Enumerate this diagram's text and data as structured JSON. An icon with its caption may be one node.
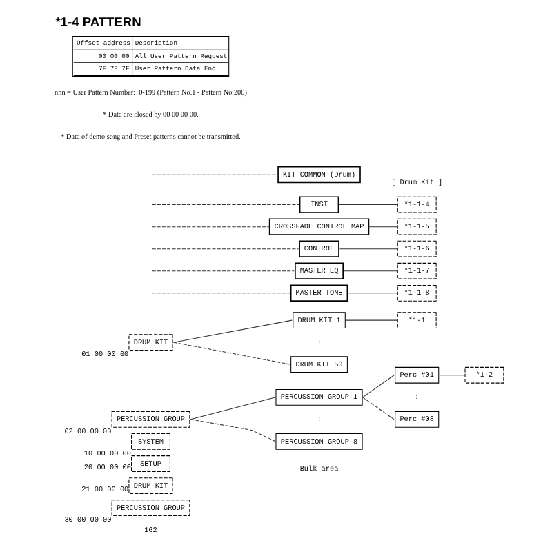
{
  "diagram": {
    "title": "*1-4 PATTERN",
    "nodes": [
      {
        "text": [
          "KIT COMMON (Drum)"
        ]
      },
      {
        "text": [
          "INST"
        ]
      },
      {
        "text": [
          "*1-1-4"
        ]
      },
      {
        "text": [
          "CROSSFADE CONTROL MAP"
        ]
      },
      {
        "text": [
          "*1-1-5"
        ]
      },
      {
        "text": [
          "CONTROL"
        ]
      },
      {
        "text": [
          "*1-1-6"
        ]
      },
      {
        "text": [
          "MASTER EQ"
        ]
      },
      {
        "text": [
          "*1-1-7"
        ]
      },
      {
        "text": [
          "MASTER TONE"
        ]
      },
      {
        "text": [
          "*1-1-8"
        ]
      },
      {
        "text": [
          "DRUM KIT"
        ],
        "beside": [
          "01 00 00 00"
        ]
      },
      {
        "text": [
          "DRUM KIT 1"
        ]
      },
      {
        "text": [
          "DRUM KIT 50"
        ]
      },
      {
        "text": [
          "*1-1"
        ]
      },
      {
        "text": [
          "PERCUSSION GROUP"
        ],
        "beside": [
          "02 00 00 00"
        ]
      },
      {
        "text": [
          "PERCUSSION GROUP 1"
        ]
      },
      {
        "text": [
          "PERCUSSION GROUP 8"
        ]
      },
      {
        "text": [
          "Perc #01"
        ]
      },
      {
        "text": [
          "Perc #08"
        ]
      },
      {
        "text": [
          "*1-2"
        ]
      },
      {
        "text": [
          "SYSTEM"
        ],
        "beside": [
          "10 00 00 00"
        ]
      },
      {
        "text": [
          "SETUP"
        ],
        "beside": [
          "20 00 00 00"
        ]
      },
      {
        "text": [
          "DRUM KIT"
        ],
        "beside": [
          "21 00 00 00"
        ]
      },
      {
        "text": [
          "PERCUSSION GROUP"
        ],
        "beside": [
          "30 00 00 00"
        ]
      }
    ],
    "edges": [
      {
        "from": null,
        "to": 0,
        "arrow": "none",
        "style": "dashed"
      },
      {
        "from": null,
        "to": 1,
        "arrow": "none",
        "style": "dashed"
      },
      {
        "from": 1,
        "to": 2,
        "arrow": "none"
      },
      {
        "from": null,
        "to": 3,
        "arrow": "none",
        "style": "dashed"
      },
      {
        "from": 3,
        "to": 4,
        "arrow": "none"
      },
      {
        "from": null,
        "to": 5,
        "arrow": "none",
        "style": "dashed"
      },
      {
        "from": 5,
        "to": 6,
        "arrow": "none"
      },
      {
        "from": null,
        "to": 7,
        "arrow": "none",
        "style": "dashed"
      },
      {
        "from": 7,
        "to": 8,
        "arrow": "none"
      },
      {
        "from": null,
        "to": 9,
        "arrow": "none",
        "style": "dashed"
      },
      {
        "from": 9,
        "to": 10,
        "arrow": "none"
      },
      {
        "from": 11,
        "to": 12,
        "arrow": "none"
      },
      {
        "from": 11,
        "to": 13,
        "arrow": "none",
        "style": "dashed"
      },
      {
        "from": 12,
        "to": 14,
        "arrow": "none"
      },
      {
        "from": 15,
        "to": 16,
        "arrow": "none"
      },
      {
        "from": 15,
        "to": 17,
        "arrow": "none",
        "style": "dashed"
      },
      {
        "from": 16,
        "to": 18,
        "arrow": "none"
      },
      {
        "from": 16,
        "to": 19,
        "arrow": "none",
        "style": "dashed"
      },
      {
        "from": 18,
        "to": 20,
        "arrow": "none"
      }
    ],
    "labels": [
      "Offset address",
      "Description",
      "00 00 00",
      "All User Pattern Request",
      "7F 7F 7F",
      "User Pattern Data End",
      "nnn = User Pattern Number:  0-199 (Pattern No.1 - Pattern No.200)",
      "* Data are closed by 00 00 00 00.",
      "* Data of demo song and Preset patterns cannot be transmitted.",
      "[ Drum Kit ]",
      ":",
      ":",
      ":",
      "Bulk area",
      "162"
    ]
  }
}
